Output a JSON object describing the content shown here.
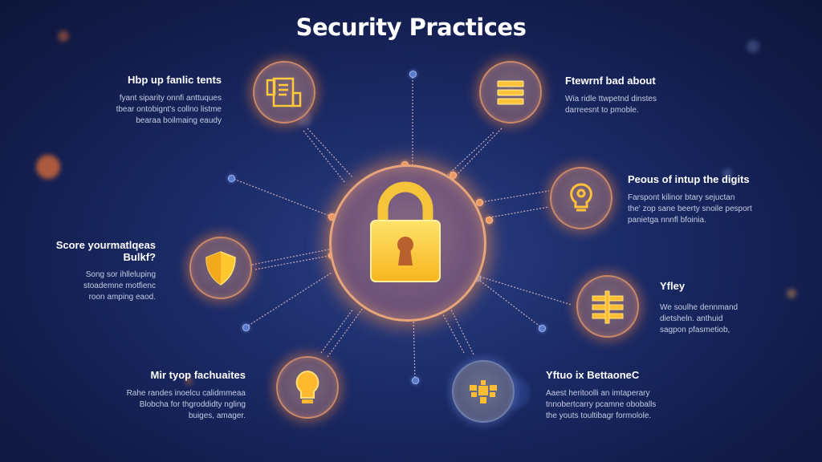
{
  "title": "Security Practices",
  "center": {
    "icon": "padlock-icon",
    "label": ""
  },
  "nodes": [
    {
      "id": "top-left",
      "icon": "document-checklist-icon",
      "heading": "Hbp up fanlic tents",
      "body": [
        "fyant siparity onnfi anttuques",
        "tbear ontobignt's collno listme",
        "bearaa boilmaing eaudy"
      ]
    },
    {
      "id": "top-right",
      "icon": "menu-bars-icon",
      "heading": "Ftewrnf bad about",
      "body": [
        "Wia ridle ttwpetnd dinstes",
        "darreesnt to pmoble."
      ]
    },
    {
      "id": "right-upper",
      "icon": "lightbulb-icon",
      "heading": "Peous of intup the digits",
      "body": [
        "Farspont kilinor btary sejuctan",
        "the' zop sane beerty snoile pesport",
        "panietga nnnfl bfoinia."
      ]
    },
    {
      "id": "left-middle",
      "icon": "shield-icon",
      "heading": "Score yourmatlqeas Bulkf?",
      "body": [
        "Song sor ihlleluping",
        "stoademne motfienc",
        "roon amping eaod."
      ]
    },
    {
      "id": "right-lower",
      "icon": "server-stack-icon",
      "heading": "Yfley",
      "body": [
        "We soulhe dennmand",
        "dietsheln. anthuid",
        "sagpon pfasmetiob,"
      ]
    },
    {
      "id": "bottom-left",
      "icon": "lightbulb-icon",
      "heading": "Mir tyop fachuaites",
      "body": [
        "Rahe randes inoelcu calidmmeaa",
        "Blobcha for thgroddidty ngling",
        "buiges, amager."
      ]
    },
    {
      "id": "bottom-right",
      "icon": "network-gear-icon",
      "heading": "Yftuo ix BettaoneC",
      "body": [
        "Aaest heritoolli an imtaperary",
        "tnnobertcarry pcamne oboballs",
        "the youts toultibagr formolole."
      ]
    }
  ],
  "colors": {
    "background": "#1b2a66",
    "accent": "#ffb347",
    "icon_fill": "#ffcf3a",
    "glow": "#ff9a50"
  }
}
